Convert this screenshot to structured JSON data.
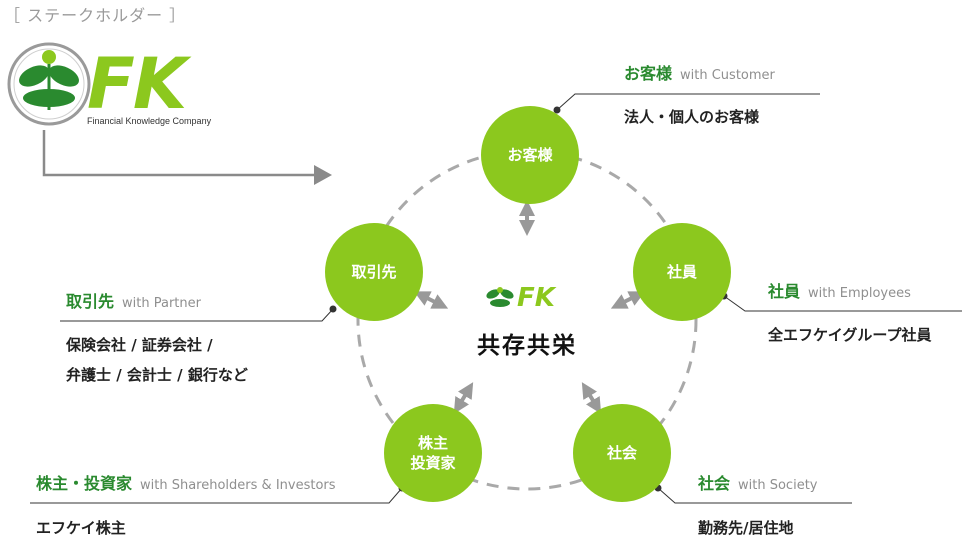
{
  "page_label": "［ ステークホルダー ］",
  "company": {
    "logo_text": "FK",
    "logo_subtitle": "Financial Knowledge Company",
    "brand_green": "#8cc81e",
    "dark_green": "#2a8a2f"
  },
  "center": {
    "logo_text": "FK",
    "title": "共存共栄"
  },
  "stakeholders": {
    "customer": {
      "node": "お客様",
      "label": "お客様",
      "sub": "with Customer",
      "desc": [
        "法人・個人のお客様"
      ]
    },
    "employees": {
      "node": "社員",
      "label": "社員",
      "sub": "with Employees",
      "desc": [
        "全エフケイグループ社員"
      ]
    },
    "partner": {
      "node": "取引先",
      "label": "取引先",
      "sub": "with Partner",
      "desc": [
        "保険会社 / 証券会社 /",
        "弁護士 / 会計士 / 銀行など"
      ]
    },
    "shareholders": {
      "node": [
        "株主",
        "投資家"
      ],
      "label": "株主・投資家",
      "sub": "with Shareholders & Investors",
      "desc": [
        "エフケイ株主"
      ]
    },
    "society": {
      "node": "社会",
      "label": "社会",
      "sub": "with Society",
      "desc": [
        "勤務先/居住地"
      ]
    }
  }
}
